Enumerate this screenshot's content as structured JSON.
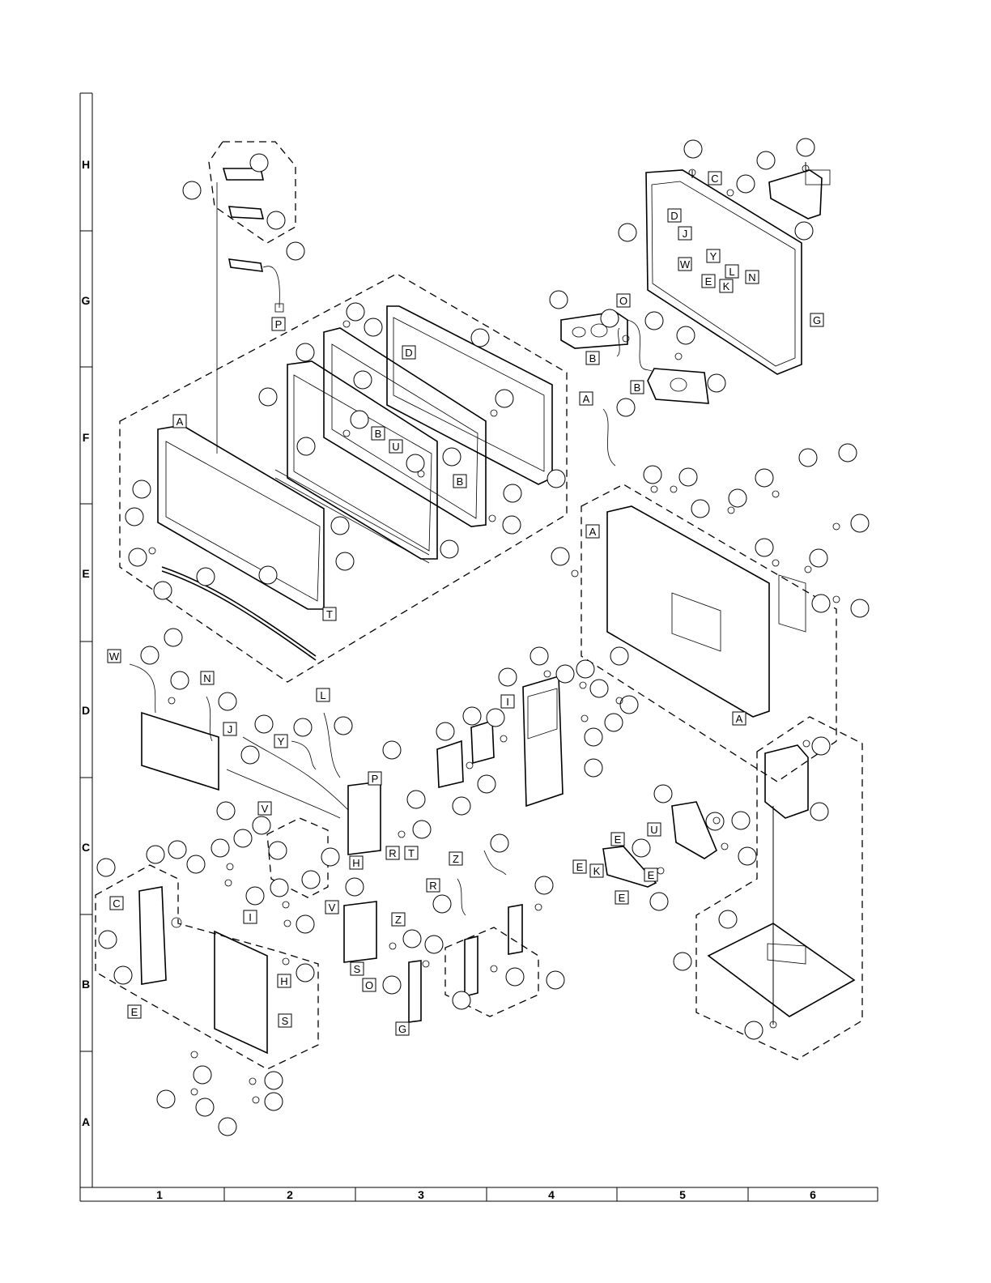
{
  "row_labels": [
    "H",
    "G",
    "F",
    "E",
    "D",
    "C",
    "B",
    "A"
  ],
  "column_labels": [
    "1",
    "2",
    "3",
    "4",
    "5",
    "6"
  ],
  "box_labels": [
    "P",
    "D",
    "A",
    "B",
    "U",
    "B",
    "A",
    "T",
    "O",
    "B",
    "B",
    "C",
    "D",
    "J",
    "W",
    "Y",
    "L",
    "E",
    "K",
    "N",
    "G",
    "A",
    "A",
    "W",
    "N",
    "J",
    "Y",
    "L",
    "P",
    "I",
    "H",
    "R",
    "T",
    "V",
    "C",
    "I",
    "V",
    "Z",
    "E",
    "H",
    "S",
    "S",
    "O",
    "G",
    "Z",
    "R",
    "E",
    "U",
    "E",
    "K",
    "E",
    "E"
  ]
}
